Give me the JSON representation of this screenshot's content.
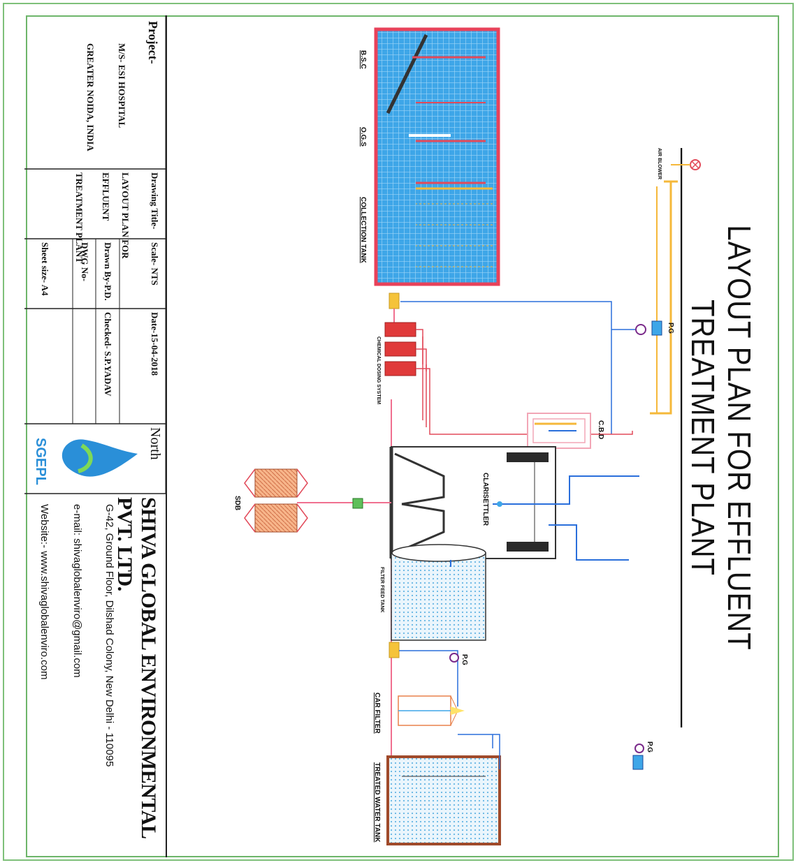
{
  "drawing": {
    "title": "LAYOUT PLAN FOR EFFLUENT TREATMENT PLANT",
    "units": {
      "bsc": "B.S.C",
      "ogs": "O.G.S",
      "collection_tank": "COLLECTION TANK",
      "chemical_dosing": "CHEMICAL DOSING SYSTEM",
      "air_blower": "AIR BLOWER",
      "pg": "P.G",
      "sdb": "SDB",
      "clarisettler": "CLARISETTLER",
      "filter_feed_tank": "FILTER FEED TANK",
      "cbd": "C.B.D",
      "car_filter": "CAR FILTER",
      "treated_water_tank": "TREATED WATER TANK"
    }
  },
  "title_block": {
    "project_label": "Project-",
    "client": "M/S- ESI HOSPITAL",
    "location": "GREATER NOIDA, INDIA",
    "drawing_title_label": "Drawing Title-",
    "drawing_title_1": "LAYOUT PLAN FOR",
    "drawing_title_2": "EFFLUENT",
    "drawing_title_3": "TREATMENT PLANT",
    "scale": "Scale- NTS",
    "drawn_by": "Drawn By-P.D.",
    "dwg_no": "DWG No-",
    "sheet_size": "Sheet size- A4",
    "date": "Date-15-04-2018",
    "checked": "Checked- S.P.YADAV",
    "north": "North",
    "logo_text": "SGEPL"
  },
  "company": {
    "name": "SHIVA GLOBAL ENVIRONMENTAL PVT. LTD.",
    "address": "G-42, Ground Floor, Dilshad Colony, New Delhi - 110095",
    "email": "e-mail: shivaglobalenviro@gmail.com",
    "website": "Website:- www.shivaglobalenviro.com"
  },
  "colors": {
    "water": "#3ea6e8",
    "tank_border": "#e8425a",
    "air_line": "#f5b83a",
    "blue_line": "#2a6fdb",
    "red_line": "#e24a5a",
    "dosing": "#e03a3a",
    "sdb": "#f0a070"
  }
}
